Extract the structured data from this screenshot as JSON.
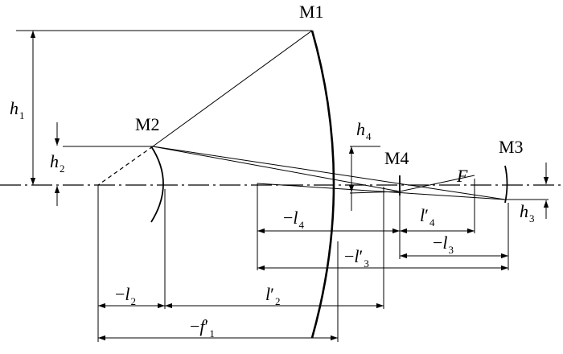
{
  "mirrors": {
    "m1": "M1",
    "m2": "M2",
    "m3": "M3",
    "m4": "M4"
  },
  "focus": "F",
  "heights": {
    "h1": {
      "sym": "h",
      "sub": "1"
    },
    "h2": {
      "sym": "h",
      "sub": "2"
    },
    "h3": {
      "sym": "h",
      "sub": "3"
    },
    "h4": {
      "sym": "h",
      "sub": "4"
    }
  },
  "distances": {
    "neg_l2": {
      "pre": "−",
      "sym": "l",
      "prime": "",
      "sub": "2"
    },
    "l2p": {
      "pre": "",
      "sym": "l",
      "prime": "′",
      "sub": "2"
    },
    "neg_f1": {
      "pre": "−",
      "sym": "f",
      "prime": "′",
      "sub": "1"
    },
    "neg_l4": {
      "pre": "−",
      "sym": "l",
      "prime": "",
      "sub": "4"
    },
    "l4p": {
      "pre": "",
      "sym": "l",
      "prime": "′",
      "sub": "4"
    },
    "neg_l3": {
      "pre": "−",
      "sym": "l",
      "prime": "",
      "sub": "3"
    },
    "neg_l3p": {
      "pre": "−",
      "sym": "l",
      "prime": "′",
      "sub": "3"
    }
  }
}
